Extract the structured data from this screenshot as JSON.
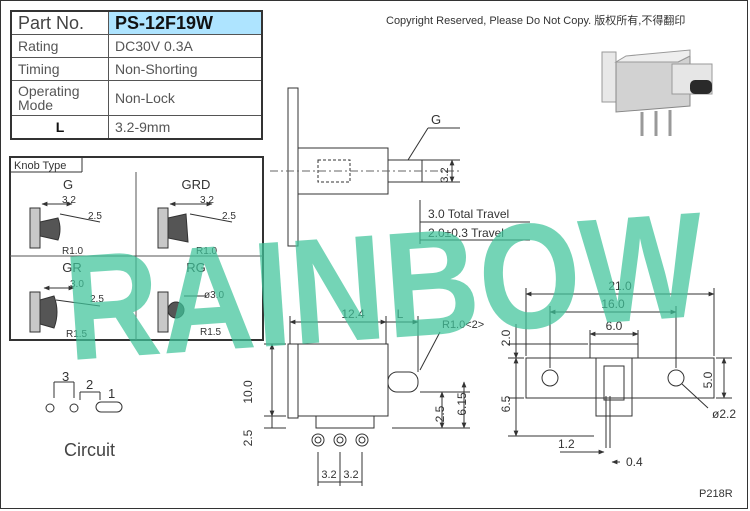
{
  "spec": {
    "part_no_label": "Part No.",
    "part_no_value": "PS-12F19W",
    "rows": [
      {
        "label": "Rating",
        "value": "DC30V 0.3A"
      },
      {
        "label": "Timing",
        "value": "Non-Shorting"
      },
      {
        "label_line1": "Operating",
        "label_line2": "Mode",
        "value": "Non-Lock"
      },
      {
        "label": "L",
        "value": "3.2-9mm"
      }
    ]
  },
  "copyright": "Copyright Reserved, Please Do Not Copy. 版权所有,不得翻印",
  "knob": {
    "title": "Knob Type",
    "types": [
      {
        "name": "G",
        "dims": [
          "3.2",
          "2.5",
          "R1.0"
        ]
      },
      {
        "name": "GRD",
        "dims": [
          "3.2",
          "2.5",
          "R1.0"
        ]
      },
      {
        "name": "GR",
        "dims": [
          "3.0",
          "2.5",
          "R1.5"
        ]
      },
      {
        "name": "RG",
        "dims": [
          "ø3.0",
          "R1.5"
        ]
      }
    ]
  },
  "watermark": "RAINBOW",
  "top_view": {
    "knob_label": "G",
    "dim": "3.2"
  },
  "travel": {
    "total": "3.0 Total Travel",
    "operating": "2.0±0.3 Travel"
  },
  "front_view": {
    "d1": "12.4",
    "d2": "L",
    "radius": "R1.0<2>",
    "h1": "10.0",
    "h2": "2.5",
    "h3": "2.5",
    "h4": "6.15",
    "p1": "3.2",
    "p2": "3.2"
  },
  "side_view": {
    "w1": "21.0",
    "w2": "16.0",
    "w3": "6.0",
    "h1": "2.0",
    "h2": "6.5",
    "h3": "5.0",
    "hole": "ø2.2",
    "t1": "1.2",
    "t2": "0.4"
  },
  "circuit": {
    "label": "Circuit",
    "pins": [
      "3",
      "2",
      "1"
    ]
  },
  "drawing_code": "P218R",
  "colors": {
    "part_no_bg": "#aee4ff",
    "watermark": "#3fc39a"
  }
}
